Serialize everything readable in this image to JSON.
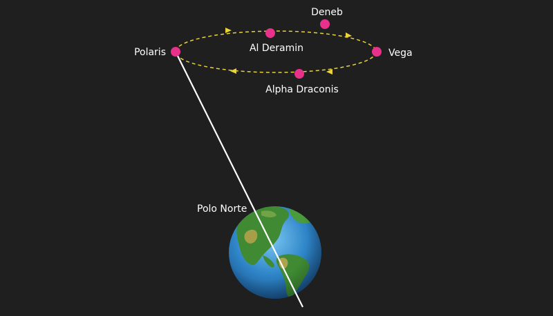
{
  "colors": {
    "background": "#1f1f1f",
    "star": "#e8318a",
    "orbit": "#e8d43a",
    "axis": "#ffffff",
    "label": "#ffffff",
    "ocean": "#2f86c8",
    "land": "#3f8a33"
  },
  "stars": [
    {
      "id": "polaris",
      "label": "Polaris"
    },
    {
      "id": "al-deramin",
      "label": "Al Deramin"
    },
    {
      "id": "deneb",
      "label": "Deneb"
    },
    {
      "id": "vega",
      "label": "Vega"
    },
    {
      "id": "alpha-draconis",
      "label": "Alpha Draconis"
    }
  ],
  "earth": {
    "label": "Polo Norte",
    "icon": "earth-globe-icon"
  },
  "orbit": {
    "style": "dashed",
    "direction": "clockwise"
  }
}
